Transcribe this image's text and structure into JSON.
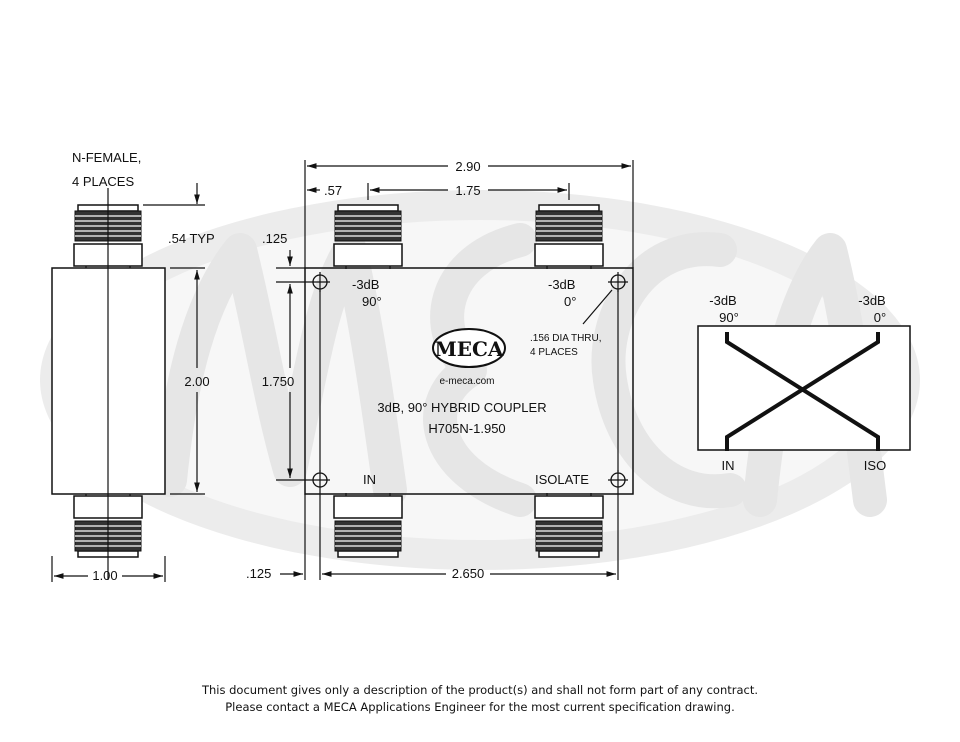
{
  "watermark": "MECA",
  "left_view": {
    "connector_label_1": "N-FEMALE,",
    "connector_label_2": "4 PLACES",
    "typ_dim": ".54 TYP",
    "height_dim": "2.00",
    "width_dim": "1.00"
  },
  "front_view": {
    "overall_width": "2.90",
    "offset_dim": ".57",
    "connector_spacing": "1.75",
    "top_margin": ".125",
    "hole_spacing_vertical": "1.750",
    "left_margin": ".125",
    "hole_spacing_horizontal": "2.650",
    "port_top_left_1": "-3dB",
    "port_top_left_2": "90°",
    "port_top_right_1": "-3dB",
    "port_top_right_2": "0°",
    "hole_note_1": ".156 DIA THRU,",
    "hole_note_2": "4 PLACES",
    "logo": "MECA",
    "website": "e-meca.com",
    "product_title": "3dB, 90° HYBRID COUPLER",
    "model": "H705N-1.950",
    "port_bottom_left": "IN",
    "port_bottom_right": "ISOLATE"
  },
  "schematic": {
    "top_left_1": "-3dB",
    "top_left_2": "90°",
    "top_right_1": "-3dB",
    "top_right_2": "0°",
    "bottom_left": "IN",
    "bottom_right": "ISO"
  },
  "footer": {
    "line1": "This document gives only a description of the product(s) and shall not form part of any contract.",
    "line2": "Please contact a MECA Applications Engineer for the most current specification drawing."
  }
}
